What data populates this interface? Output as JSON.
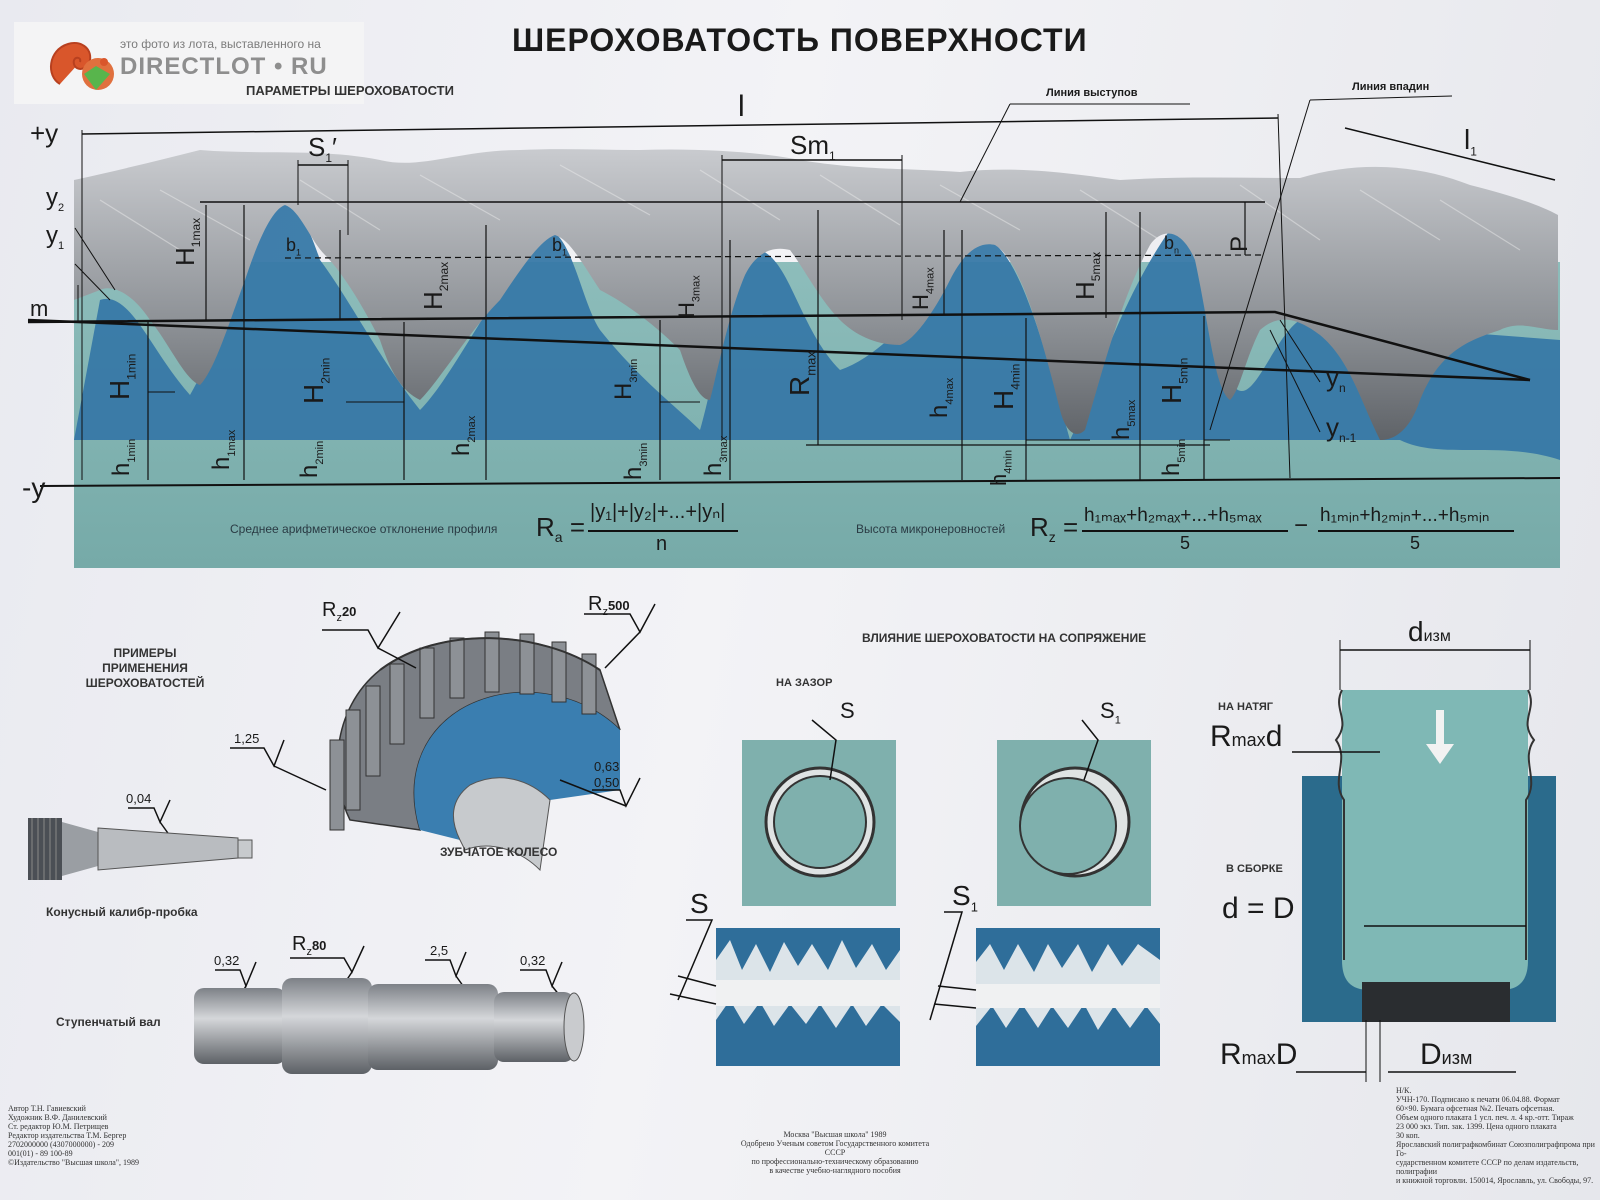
{
  "watermark": {
    "caption": "это фото из лота, выставленного на",
    "brand": "DIRECTLOT • RU"
  },
  "title": "ШЕРОХОВАТОСТЬ ПОВЕРХНОСТИ",
  "profile": {
    "heading": "ПАРАМЕТРЫ ШЕРОХОВАТОСТИ",
    "peak_line_label": "Линия выступов",
    "valley_line_label": "Линия впадин",
    "labels": {
      "plus_y": "+y",
      "minus_y": "-y",
      "m": "m",
      "l": "l",
      "l1": "l",
      "s1": "S",
      "sm1": "Sm",
      "y2": "y",
      "y1": "y",
      "yn": "y",
      "yn1": "y",
      "b1": "b",
      "b2": "b",
      "bn": "b",
      "p": "P",
      "h1max": "H",
      "h2max": "H",
      "h3max": "H",
      "h4max": "H",
      "h5max": "H",
      "h1min": "H",
      "h2min": "H",
      "h3min": "H",
      "h4min": "H",
      "h5min": "H",
      "rmax": "R",
      "sub_h1min": "1min",
      "sub_h2min": "2min",
      "sub_h3min": "3min",
      "sub_h4min": "4min",
      "sub_h5min": "5min",
      "lh1max": "h",
      "lh2max": "h",
      "lh3max": "h",
      "lh4max": "h",
      "lh5max": "h",
      "lh1min": "h",
      "lh2min": "h",
      "lh3min": "h",
      "lh4min": "h",
      "lh5min": "h"
    },
    "subs": {
      "one": "1",
      "two": "2",
      "n": "n",
      "n1": "n-1",
      "sm": "1",
      "s": "1",
      "rmax": "max",
      "h1max": "1max",
      "h2max": "2max",
      "h3max": "3max",
      "h4max": "4max",
      "h5max": "5max"
    },
    "ra_caption": "Среднее   арифметическое отклонение профиля",
    "ra_formula_lhs": "R",
    "ra_sub": "a",
    "ra_numerator": "|y₁|+|y₂|+...+|yₙ|",
    "ra_denominator": "n",
    "rz_caption": "Высота  микронеровностей",
    "rz_lhs": "R",
    "rz_sub": "z",
    "rz_num1": "h₁ₘₐₓ+h₂ₘₐₓ+...+h₅ₘₐₓ",
    "rz_num2": "h₁ₘᵢₙ+h₂ₘᵢₙ+...+h₅ₘᵢₙ",
    "rz_den": "5",
    "eq": "=",
    "minus": "−"
  },
  "examples": {
    "heading": [
      "ПРИМЕРЫ",
      "ПРИМЕНЕНИЯ",
      "ШЕРОХОВАТОСТЕЙ"
    ],
    "gear_label": "ЗУБЧАТОЕ КОЛЕСО",
    "gauge_label": "Конусный калибр-пробка",
    "shaft_label": "Ступенчатый вал",
    "rz20": "R",
    "rz20_val": "20",
    "rz500": "R",
    "rz500_val": "500",
    "rz80": "R",
    "rz80_val": "80",
    "z": "z",
    "v125": "1,25",
    "v063": "0,63",
    "v050": "0,50",
    "v004": "0,04",
    "v032a": "0,32",
    "v25": "2,5",
    "v032b": "0,32"
  },
  "fit": {
    "heading": "ВЛИЯНИЕ ШЕРОХОВАТОСТИ НА СОПРЯЖЕНИЕ",
    "clearance": "НА ЗАЗОР",
    "s": "S",
    "s1": "S",
    "s1_sub": "1",
    "interference": "НА НАТЯГ",
    "assembly": "В СБОРКЕ",
    "d_meas": "d",
    "d_meas_sub": "изм",
    "rmaxd": "R",
    "rmaxd_sub": "max",
    "rmaxd_tail": "d",
    "d_eq_D": "d = D",
    "rmaxD": "R",
    "rmaxD_sub": "max",
    "rmaxD_tail": "D",
    "D_meas": "D",
    "D_meas_sub": "изм"
  },
  "imprint": {
    "left": [
      "Автор Т.Н. Гавиевский",
      "Художник В.Ф. Данилевский",
      "Ст. редактор Ю.М. Петрищев",
      "Редактор издательства Т.М. Бергер",
      "2702000000 (4307000000) - 209",
      "001(01) - 89                     100-89",
      "©Издательство \"Высшая школа\", 1989"
    ],
    "center": [
      "Москва \"Высшая школа\" 1989",
      "Одобрено Ученым советом Государственного комитета СССР",
      "по профессионально-техническому образованию",
      "в качестве учебно-наглядного пособия"
    ],
    "right": [
      "Н/К.",
      "УЧН-170. Подписано к печати 06.04.88. Формат",
      "60×90. Бумага офсетная №2. Печать офсетная.",
      "Объем одного плаката 1 усл. печ. л. 4 кр.-отт. Тираж",
      "23 000 экз. Тип. зак. 1399. Цена одного плаката",
      "30 коп.",
      "Ярославский полиграфкомбинат Союзполиграфпрома при Го-",
      "сударственном комитете СССР по делам издательств, полиграфии",
      "и книжной торговли. 150014, Ярославль, ул. Свободы, 97."
    ]
  },
  "colors": {
    "teal": "#7fb3b0",
    "teal_light": "#b9d6d3",
    "blue": "#2f6e9a",
    "steel": "#8b8f94"
  }
}
